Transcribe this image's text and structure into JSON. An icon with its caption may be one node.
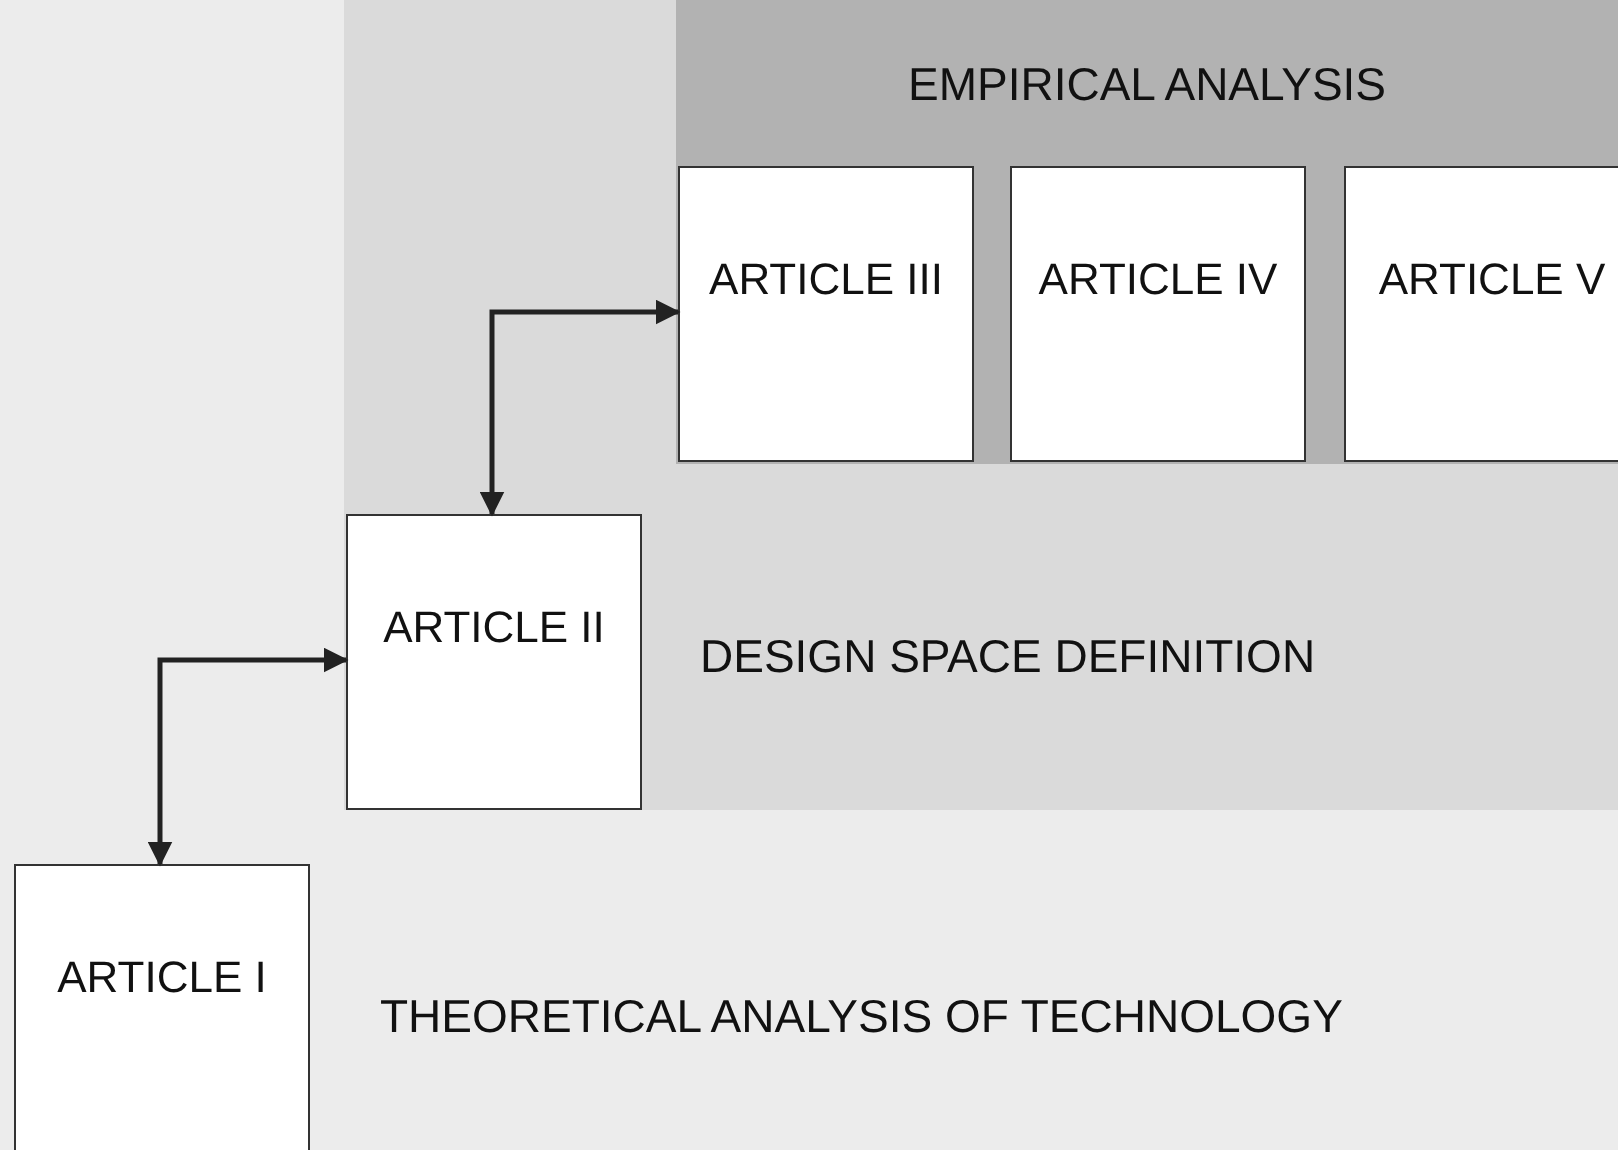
{
  "diagram": {
    "nodes": [
      {
        "text": [
          "THEORETICAL ANALYSIS OF TECHNOLOGY"
        ]
      },
      {
        "text": [
          "ARTICLE I"
        ],
        "in": 0
      },
      {
        "text": [
          "DESIGN SPACE DEFINITION"
        ],
        "in": 0
      },
      {
        "text": [
          "ARTICLE II"
        ],
        "in": 2
      },
      {
        "text": [
          "EMPIRICAL ANALYSIS"
        ],
        "in": 2
      },
      {
        "text": [
          "ARTICLE III"
        ],
        "in": 4
      },
      {
        "text": [
          "ARTICLE IV"
        ],
        "in": 4
      },
      {
        "text": [
          "ARTICLE V"
        ],
        "in": 4
      }
    ],
    "edges": [
      {
        "from": 1,
        "to": 3,
        "arrow": "both"
      },
      {
        "from": 3,
        "to": 5,
        "arrow": "both"
      }
    ]
  }
}
